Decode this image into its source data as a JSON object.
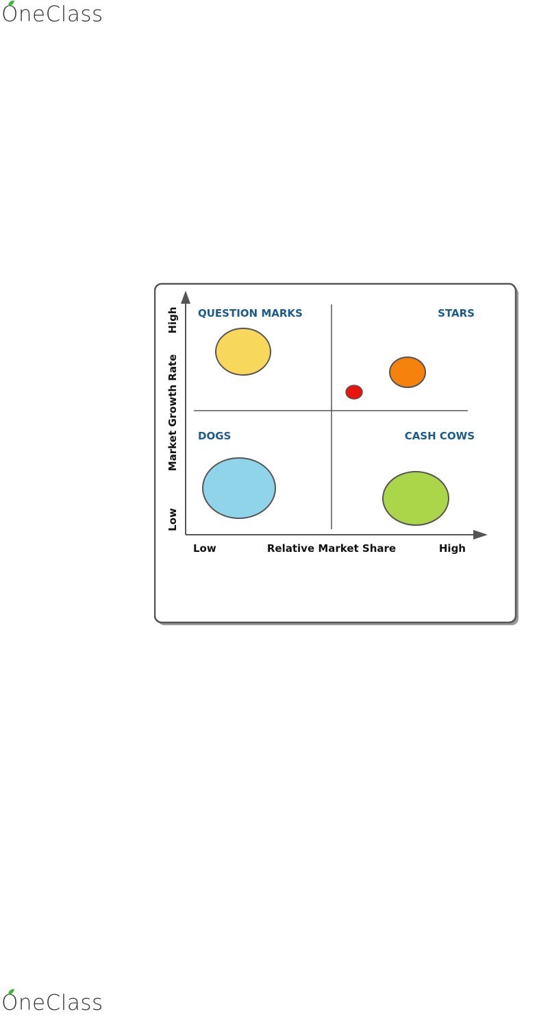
{
  "brand": {
    "name_top": "OneClass",
    "name_bottom": "OneClass",
    "icon": "apple-leaf-icon"
  },
  "matrix": {
    "quadrants": {
      "top_left": "QUESTION MARKS",
      "top_right": "STARS",
      "bottom_left": "DOGS",
      "bottom_right": "CASH COWS"
    },
    "y_axis": {
      "label": "Market Growth Rate",
      "high": "High",
      "low": "Low"
    },
    "x_axis": {
      "label": "Relative Market Share",
      "low": "Low",
      "high": "High"
    },
    "colors": {
      "quadrant_label": "#1b5a8c",
      "question_marks_bubble": "#f8d85a",
      "stars_bubble_large": "#f4820c",
      "stars_bubble_small": "#e8150f",
      "dogs_bubble": "#8fd4e8",
      "cash_cows_bubble": "#acd64a",
      "frame_border": "#555555",
      "axis": "#555555"
    }
  }
}
